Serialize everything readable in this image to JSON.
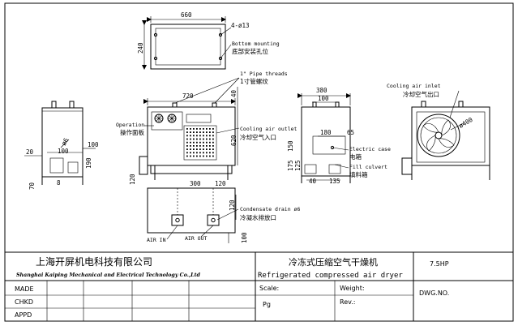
{
  "top_view": {
    "width": "660",
    "depth": "240",
    "holes": "4-ø13",
    "note_en": "Bottom mounting",
    "note_cn": "底部安装孔位"
  },
  "front_view": {
    "width": "720",
    "dim_40": "40",
    "height": "620",
    "base": "120",
    "pipe_en": "1\" Pipe threads",
    "pipe_cn": "1寸管螺纹",
    "panel_en": "Operation",
    "panel_cn": "操作面板",
    "outlet_en": "Cooling air outlet",
    "outlet_cn": "冷却空气入口"
  },
  "left_view": {
    "d20": "20",
    "d100a": "100",
    "d100b": "100",
    "d190": "190",
    "d70": "70",
    "d8": "8",
    "d6": "ø6"
  },
  "side_view": {
    "d380": "380",
    "d100": "100",
    "d180": "180",
    "d65": "65",
    "d150": "150",
    "d175": "175",
    "d125": "125",
    "d40": "40",
    "d135": "135",
    "case_en": "Electric case",
    "case_cn": "电箱",
    "fill_en": "Fill culvert",
    "fill_cn": "填料箱"
  },
  "right_view": {
    "inlet_en": "Cooling air inlet",
    "inlet_cn": "冷却空气出口",
    "fan": "ø400"
  },
  "bottom_view": {
    "d300": "300",
    "d120a": "120",
    "d120b": "120",
    "d100": "100",
    "drain_en": "Condensate drain ø6",
    "drain_cn": "冷凝水排放口",
    "air_in": "AIR IN",
    "air_out": "AIR OUT"
  },
  "title_block": {
    "company_cn": "上海开屏机电科技有限公司",
    "company_en": "Shanghai Kaiping Mechanical and Electrical Technology Co.,Ltd",
    "product_cn": "冷冻式压缩空气干燥机",
    "product_en": "Refrigerated compressed air dryer",
    "model": "7.5HP",
    "scale_label": "Scale:",
    "weight_label": "Weight:",
    "pg": "Pg",
    "rev_label": "Rev.:",
    "dwg_label": "DWG.NO.",
    "made": "MADE",
    "chkd": "CHKD",
    "appd": "APPD"
  }
}
